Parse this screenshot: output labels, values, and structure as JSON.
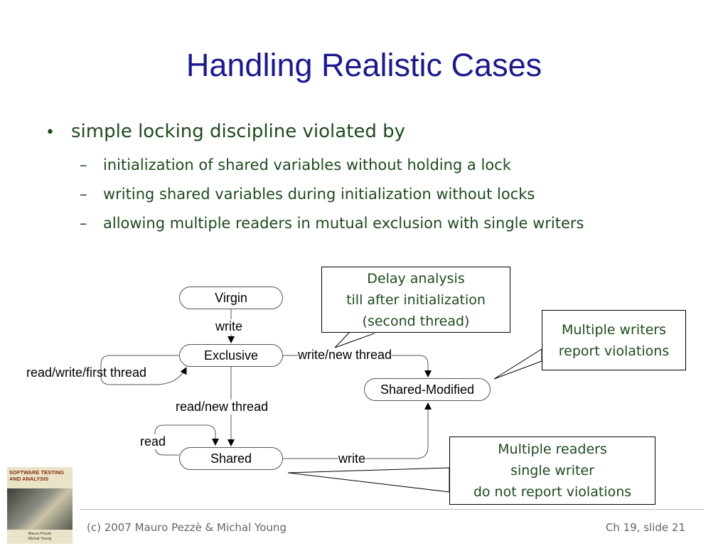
{
  "slide": {
    "title": "Handling Realistic Cases",
    "bullet": {
      "mark": "•",
      "text": "simple locking discipline violated by",
      "sub_mark": "–",
      "subitems": [
        "initialization of shared variables without holding a lock",
        "writing shared variables during initialization without locks",
        "allowing multiple readers in mutual exclusion with single writers"
      ]
    }
  },
  "diagram": {
    "states": {
      "virgin": "Virgin",
      "exclusive": "Exclusive",
      "shared": "Shared",
      "shared_modified": "Shared-Modified"
    },
    "edges": {
      "virgin_to_exclusive": "write",
      "exclusive_self": "read/write/first thread",
      "exclusive_to_shared_modified": "write/new thread",
      "exclusive_to_shared": "read/new thread",
      "shared_self": "read",
      "shared_to_shared_modified": "write"
    },
    "callouts": {
      "delay": [
        "Delay analysis",
        "till after initialization",
        "(second thread)"
      ],
      "writers": [
        "Multiple writers",
        "report violations"
      ],
      "readers": [
        "Multiple readers",
        "single writer",
        "do not report violations"
      ]
    }
  },
  "footer": {
    "copyright": "(c) 2007 Mauro Pezzè & Michal Young",
    "slide_ref": "Ch 19, slide 21",
    "book_cover": {
      "title_line1": "SOFTWARE TESTING",
      "title_line2": "AND ANALYSIS",
      "authors_line1": "Mauro Pezzè",
      "authors_line2": "Michal Young"
    }
  }
}
